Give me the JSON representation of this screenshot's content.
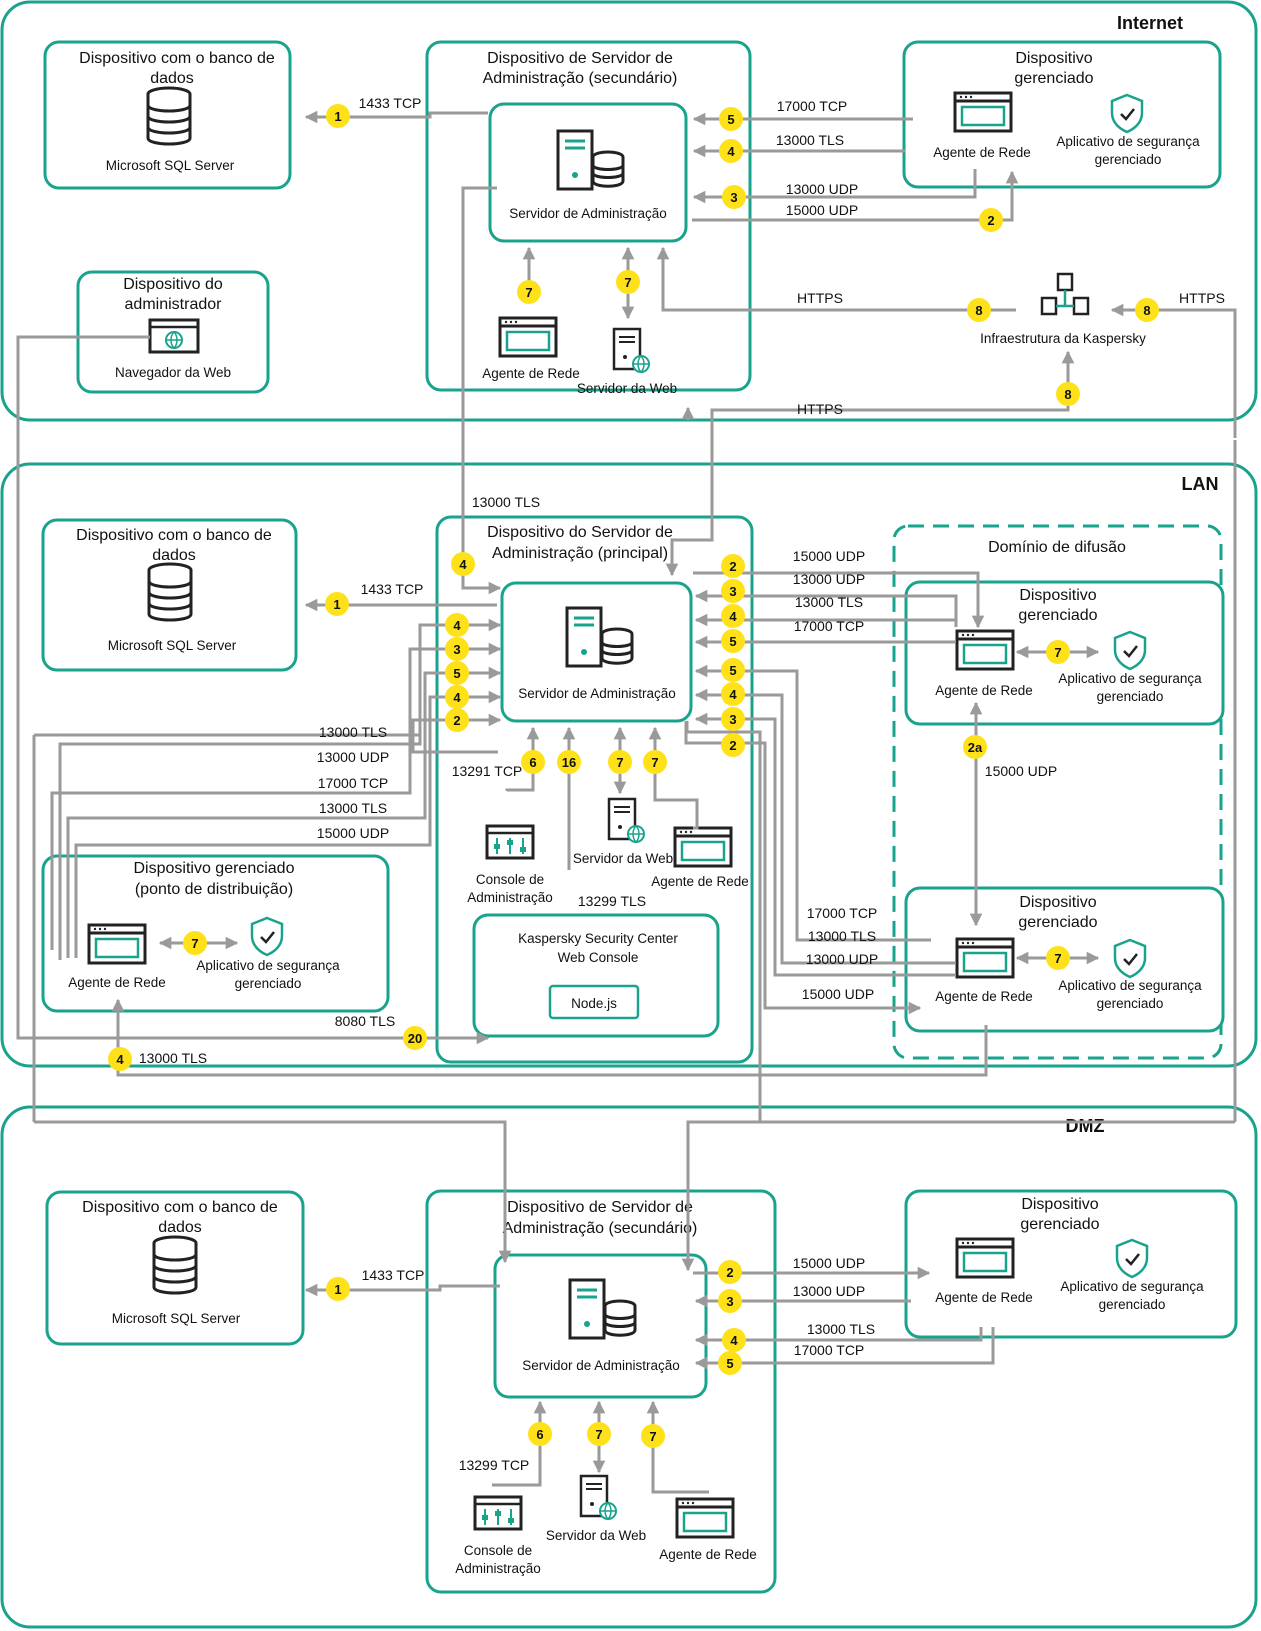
{
  "colors": {
    "teal": "#1aa38c",
    "gray": "#9a9a9a",
    "badge": "#ffe11a",
    "text": "#111111"
  },
  "zones": {
    "internet": "Internet",
    "lan": "LAN",
    "dmz": "DMZ"
  },
  "labels": {
    "db_device_l1": "Dispositivo com o banco de",
    "db_device_l2": "dados",
    "sql_server": "Microsoft SQL Server",
    "as_secondary_l1": "Dispositivo de Servidor de",
    "as_secondary_l2": "Administração (secundário)",
    "as_primary_l1": "Dispositivo do Servidor de",
    "as_primary_l2": "Administração (principal)",
    "admin_server": "Servidor de Administração",
    "managed_l1": "Dispositivo",
    "managed_l2": "gerenciado",
    "net_agent": "Agente de Rede",
    "sec_app_l1": "Aplicativo de segurança",
    "sec_app_l2": "gerenciado",
    "admin_device_l1": "Dispositivo do",
    "admin_device_l2": "administrador",
    "web_browser": "Navegador da Web",
    "web_server": "Servidor da Web",
    "kaspersky_infra": "Infraestrutura da Kaspersky",
    "broadcast_domain": "Domínio de difusão",
    "dist_point_l1": "Dispositivo gerenciado",
    "dist_point_l2": "(ponto de distribuição)",
    "admin_console_l1": "Console de",
    "admin_console_l2": "Administração",
    "ksc_web_l1": "Kaspersky Security Center",
    "ksc_web_l2": "Web Console",
    "nodejs": "Node.js"
  },
  "ports": {
    "p1433tcp": "1433 TCP",
    "p17000tcp": "17000 TCP",
    "p13000tls": "13000 TLS",
    "p13000udp": "13000 UDP",
    "p15000udp": "15000 UDP",
    "https": "HTTPS",
    "p13291tcp": "13291 TCP",
    "p13299tls": "13299 TLS",
    "p8080tls": "8080 TLS",
    "p13299tcp": "13299 TCP"
  },
  "badges": {
    "b1": "1",
    "b2": "2",
    "b2a": "2a",
    "b3": "3",
    "b4": "4",
    "b5": "5",
    "b6": "6",
    "b7": "7",
    "b8": "8",
    "b16": "16",
    "b20": "20"
  }
}
